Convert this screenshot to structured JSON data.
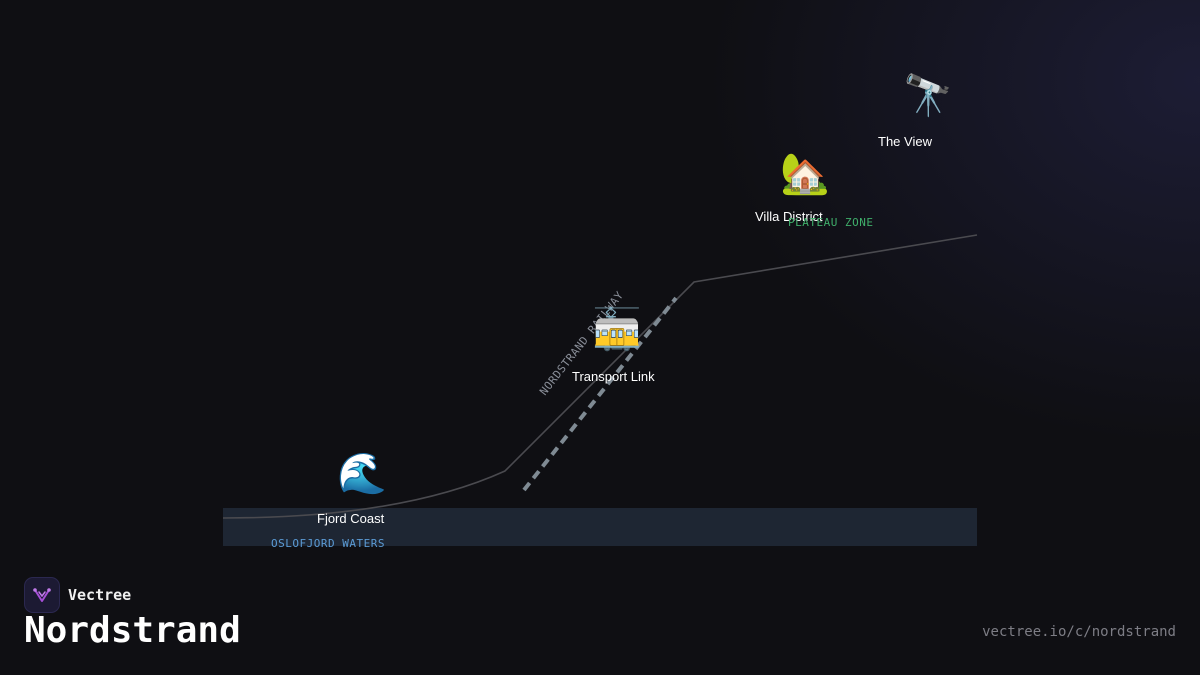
{
  "brand": {
    "name": "Vectree"
  },
  "title": "Nordstrand",
  "url": "vectree.io/c/nordstrand",
  "places": {
    "the_view": {
      "label": "The View",
      "icon": "🔭"
    },
    "villa_district": {
      "label": "Villa District",
      "icon": "🏡"
    },
    "transport_link": {
      "label": "Transport Link",
      "icon": "🚋"
    },
    "fjord_coast": {
      "label": "Fjord Coast",
      "icon": "🌊"
    }
  },
  "zones": {
    "plateau": {
      "label": "PLATEAU ZONE",
      "color": "#3fae6a"
    },
    "oslofjord": {
      "label": "OSLOFJORD WATERS",
      "color": "#5b9bd5"
    },
    "railway": {
      "label": "NORDSTRAND RAILWAY",
      "color": "#8a8f99"
    }
  },
  "colors": {
    "background": "#0f0f13",
    "water": "#1e2633",
    "terrain_line": "#4a4a4f",
    "railway_dash": "#7f8a93"
  }
}
